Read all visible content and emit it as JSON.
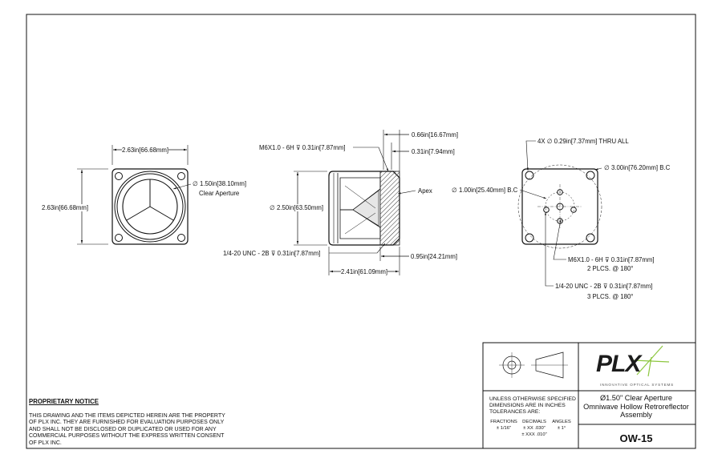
{
  "front_view": {
    "width_dim": "2.63in[66.68mm]",
    "height_dim": "2.63in[66.68mm]",
    "aperture_dim": "∅ 1.50in[38.10mm]",
    "aperture_label": "Clear Aperture"
  },
  "side_view": {
    "thread_top": "M6X1.0 - 6H ⊽ 0.31in[7.87mm]",
    "dim_066": "0.66in[16.67mm]",
    "dim_031": "0.31in[7.94mm]",
    "apex_label": "Apex",
    "diameter_dim": "∅ 2.50in[63.50mm]",
    "thread_bottom": "1/4-20 UNC - 2B ⊽ 0.31in[7.87mm]",
    "dim_095": "0.95in[24.21mm]",
    "dim_241": "2.41in[61.09mm]"
  },
  "rear_view": {
    "holes_note": "4X ∅ 0.29in[7.37mm] THRU ALL",
    "bc_300": "∅ 3.00in[76.20mm] B.C",
    "bc_100": "∅ 1.00in[25.40mm] B.C",
    "m6_thread": "M6X1.0 - 6H ⊽ 0.31in[7.87mm]",
    "m6_places": "2 PLCS. @ 180°",
    "unc_thread": "1/4-20 UNC - 2B ⊽ 0.31in[7.87mm]",
    "unc_places": "3 PLCS. @ 180°"
  },
  "notice": {
    "heading": "PROPRIETARY NOTICE",
    "body": "THIS DRAWING AND THE ITEMS DEPICTED HEREIN ARE THE PROPERTY OF PLX INC. THEY ARE FURNISHED FOR EVALUATION PURPOSES ONLY AND SHALL NOT BE DISCLOSED OR DUPLICATED OR USED FOR ANY COMMERCIAL PURPOSES WITHOUT THE EXPRESS WRITTEN CONSENT OF PLX INC."
  },
  "title_block": {
    "tolerance_note": "UNLESS OTHERWISE SPECIFIED DIMENSIONS ARE IN INCHES TOLERANCES ARE:",
    "fractions_h": "FRACTIONS",
    "fractions_v": "± 1/16\"",
    "decimals_h": "DECIMALS",
    "decimals_v1": "± XX .030\"",
    "decimals_v2": "± XXX .010\"",
    "angles_h": "ANGLES",
    "angles_v": "± 1°",
    "logo_text": "PLX",
    "logo_tagline": "INNOVATIVE OPTICAL SYSTEMS",
    "title": "Ø1.50\" Clear Aperture Omniwave Hollow Retroreflector Assembly",
    "part_number": "OW-15"
  },
  "colors": {
    "line": "#111111",
    "logo_accent": "#8dc63f"
  }
}
